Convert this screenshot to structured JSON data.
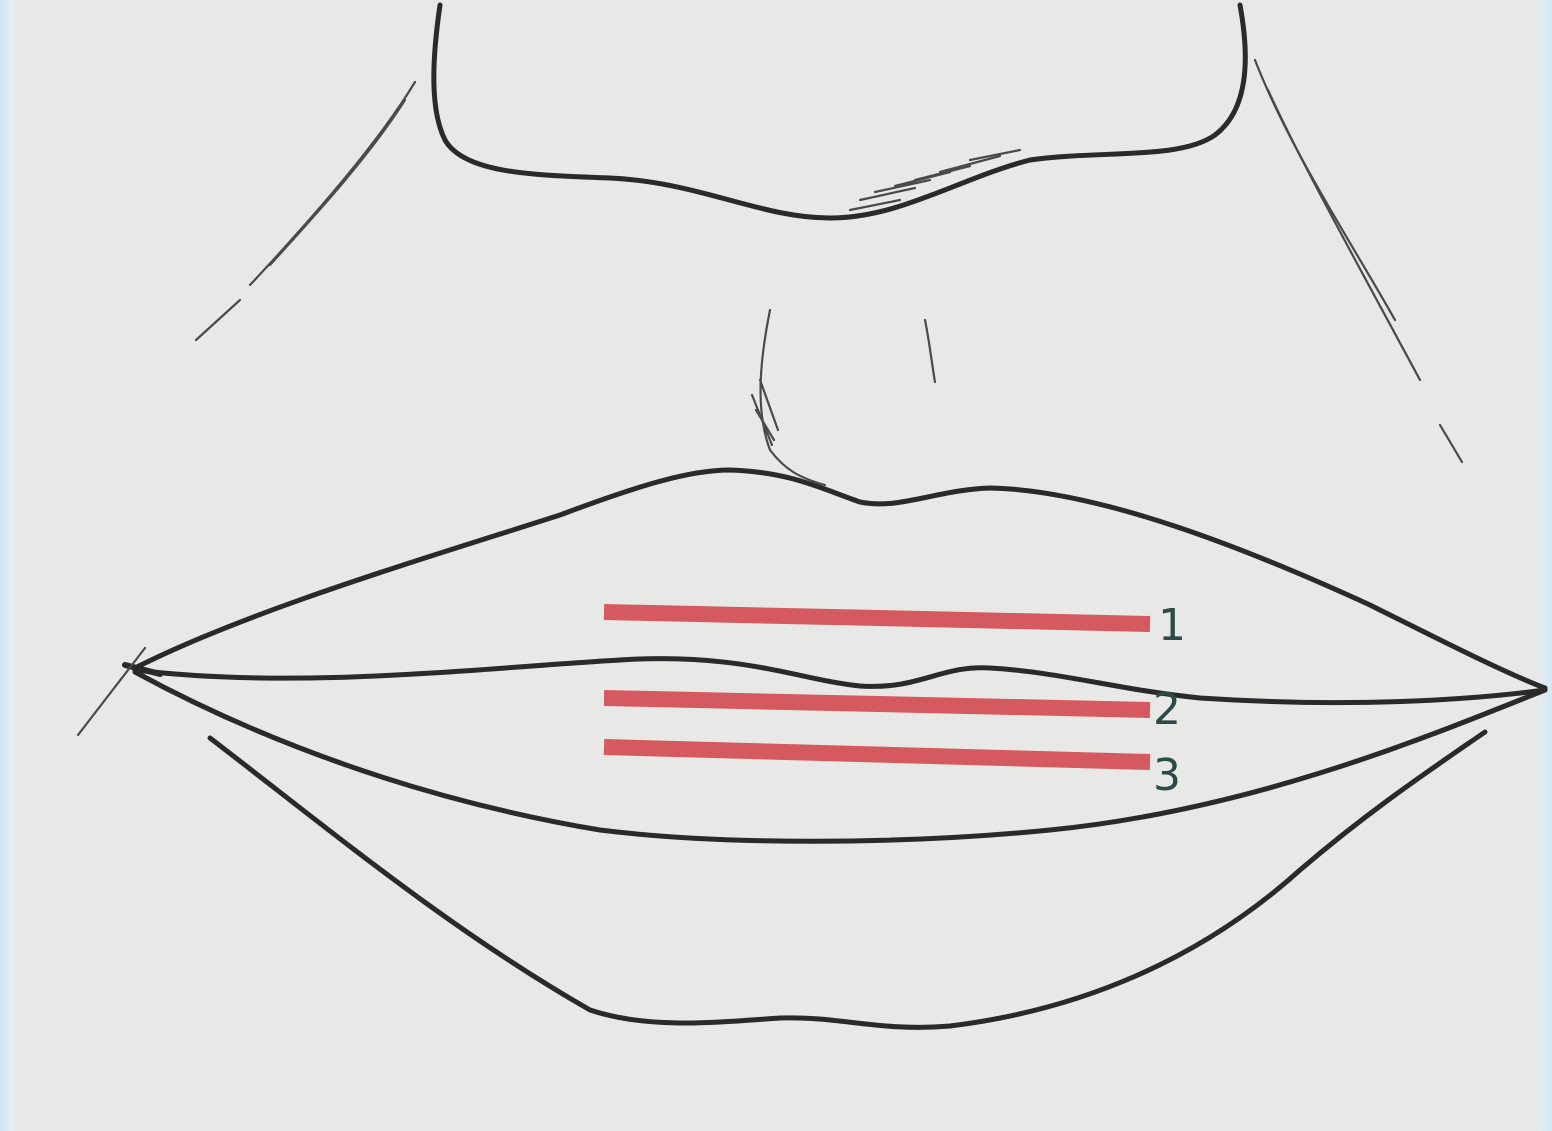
{
  "markers": [
    {
      "label": "1",
      "color": "#d45a5f"
    },
    {
      "label": "2",
      "color": "#d45a5f"
    },
    {
      "label": "3",
      "color": "#d45a5f"
    }
  ],
  "colors": {
    "ink": "#2a2a2a",
    "paper": "#e8e8e6",
    "border": "#d6ebf8"
  }
}
